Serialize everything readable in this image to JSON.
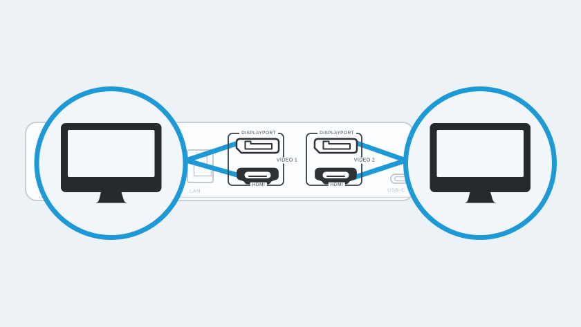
{
  "colors": {
    "background": "#edf2f7",
    "accent_blue": "#1d99d6",
    "port_dark": "#2e3237",
    "dock_outline": "#c9ced4",
    "dock_fill": "#fcfdfe",
    "muted_gray": "#b9bfc7",
    "monitor_dark": "#26292d"
  },
  "dock": {
    "lan_label": "LAN",
    "usb_c_label": "USB-C",
    "video_groups": [
      {
        "top_label": "DISPLAYPORT",
        "side_label": "VIDEO 1",
        "bottom_label": "HDMI"
      },
      {
        "top_label": "DISPLAYPORT",
        "side_label": "VIDEO 2",
        "bottom_label": "HDMI"
      }
    ]
  },
  "icons": {
    "monitor": "monitor-icon",
    "ethernet": "ethernet-port-icon",
    "usb_c": "usb-c-port-icon",
    "displayport": "displayport-connector-icon",
    "hdmi": "hdmi-connector-icon"
  }
}
